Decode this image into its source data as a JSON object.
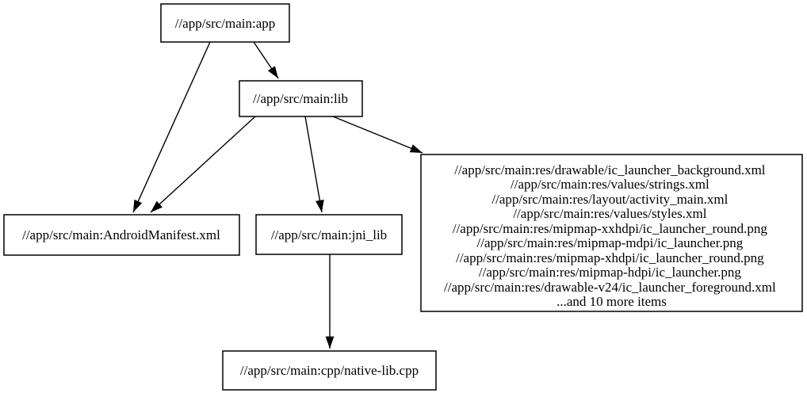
{
  "graph": {
    "type": "dependency-graph",
    "colors": {
      "background": "#ffffff",
      "node_fill": "#ffffff",
      "node_border": "#000000",
      "edge": "#000000",
      "text": "#000000"
    },
    "nodes": {
      "app": {
        "label": "//app/src/main:app"
      },
      "lib": {
        "label": "//app/src/main:lib"
      },
      "android_manifest": {
        "label": "//app/src/main:AndroidManifest.xml"
      },
      "jni_lib": {
        "label": "//app/src/main:jni_lib"
      },
      "res_files": {
        "lines": [
          "//app/src/main:res/drawable/ic_launcher_background.xml",
          "//app/src/main:res/values/strings.xml",
          "//app/src/main:res/layout/activity_main.xml",
          "//app/src/main:res/values/styles.xml",
          "//app/src/main:res/mipmap-xxhdpi/ic_launcher_round.png",
          "//app/src/main:res/mipmap-mdpi/ic_launcher.png",
          "//app/src/main:res/mipmap-xhdpi/ic_launcher_round.png",
          "//app/src/main:res/mipmap-hdpi/ic_launcher.png",
          "//app/src/main:res/drawable-v24/ic_launcher_foreground.xml",
          "...and 10 more items"
        ]
      },
      "native_lib_cpp": {
        "label": "//app/src/main:cpp/native-lib.cpp"
      }
    },
    "edges": [
      {
        "from": "app",
        "to": "lib"
      },
      {
        "from": "app",
        "to": "android_manifest"
      },
      {
        "from": "lib",
        "to": "android_manifest"
      },
      {
        "from": "lib",
        "to": "jni_lib"
      },
      {
        "from": "lib",
        "to": "res_files"
      },
      {
        "from": "jni_lib",
        "to": "native_lib_cpp"
      }
    ]
  }
}
